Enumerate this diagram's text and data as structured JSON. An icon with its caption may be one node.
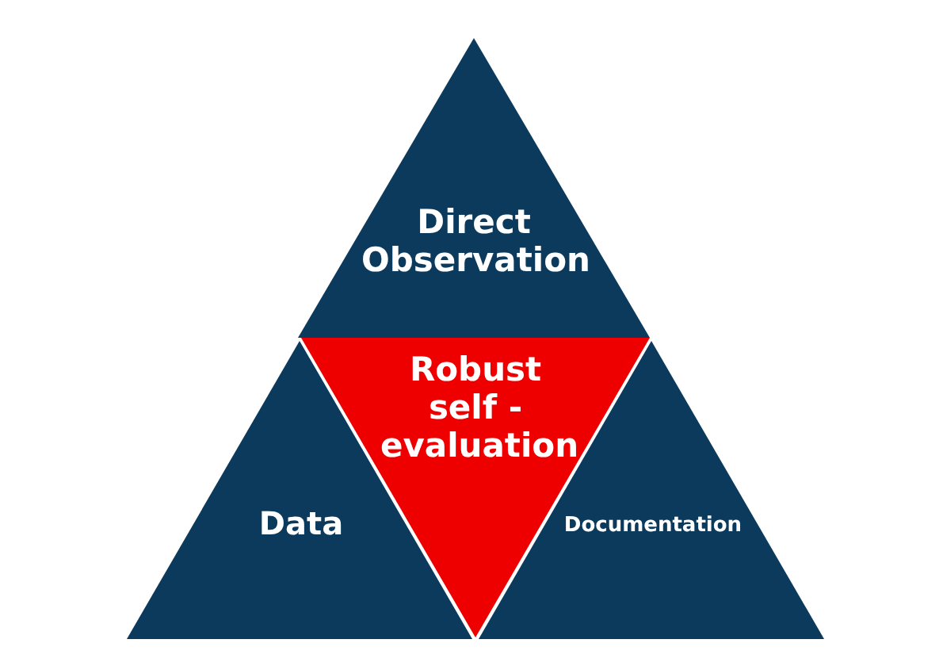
{
  "diagram": {
    "nodes": [
      {
        "text": [
          "Direct Observation"
        ]
      },
      {
        "text": [
          "Robust self - evaluation"
        ]
      },
      {
        "text": [
          "Data"
        ]
      },
      {
        "text": [
          "Documentation"
        ]
      }
    ]
  }
}
